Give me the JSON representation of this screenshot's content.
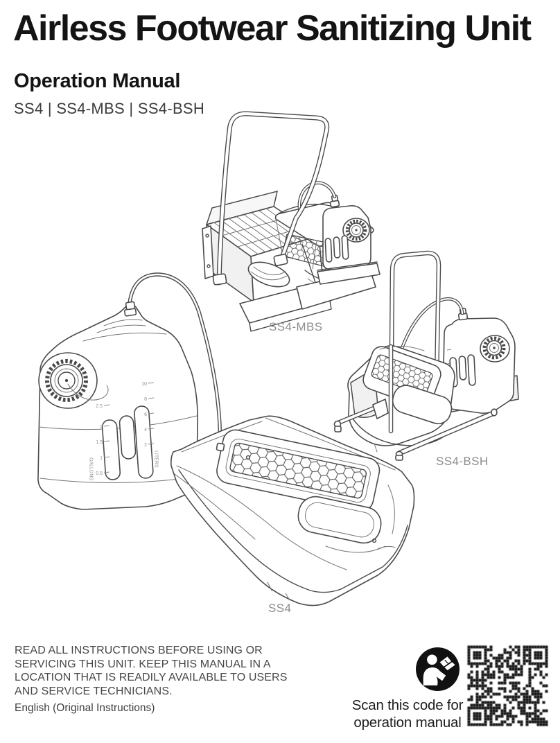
{
  "header": {
    "title": "Airless Footwear Sanitizing Unit",
    "subtitle": "Operation Manual",
    "models": "SS4 | SS4-MBS | SS4-BSH"
  },
  "illustrations": {
    "labels": {
      "ss4_mbs": "SS4-MBS",
      "ss4_bsh": "SS4-BSH",
      "ss4": "SS4"
    },
    "tank_scale": {
      "gallons_label": "GALLONS",
      "liters_label": "LITERS",
      "gallons_ticks": [
        "2.5",
        "2",
        "1.5",
        "1",
        "0.5"
      ],
      "liters_ticks": [
        "10",
        "8",
        "6",
        "4",
        "2"
      ]
    }
  },
  "footer": {
    "warning_lines": [
      "READ ALL INSTRUCTIONS BEFORE USING OR",
      "SERVICING THIS UNIT. KEEP THIS MANUAL IN A",
      "LOCATION THAT IS READILY AVAILABLE TO USERS",
      "AND SERVICE TECHNICIANS."
    ],
    "language": "English (Original Instructions)",
    "scan_caption_lines": [
      "Scan this code for",
      "operation manual"
    ],
    "icons": {
      "read_manual": "read-manual-icon",
      "qr": "qr-code"
    }
  },
  "colors": {
    "ink": "#141414",
    "line": "#4a4a4a",
    "muted_label": "#8c8c8c",
    "body_text": "#474747"
  }
}
